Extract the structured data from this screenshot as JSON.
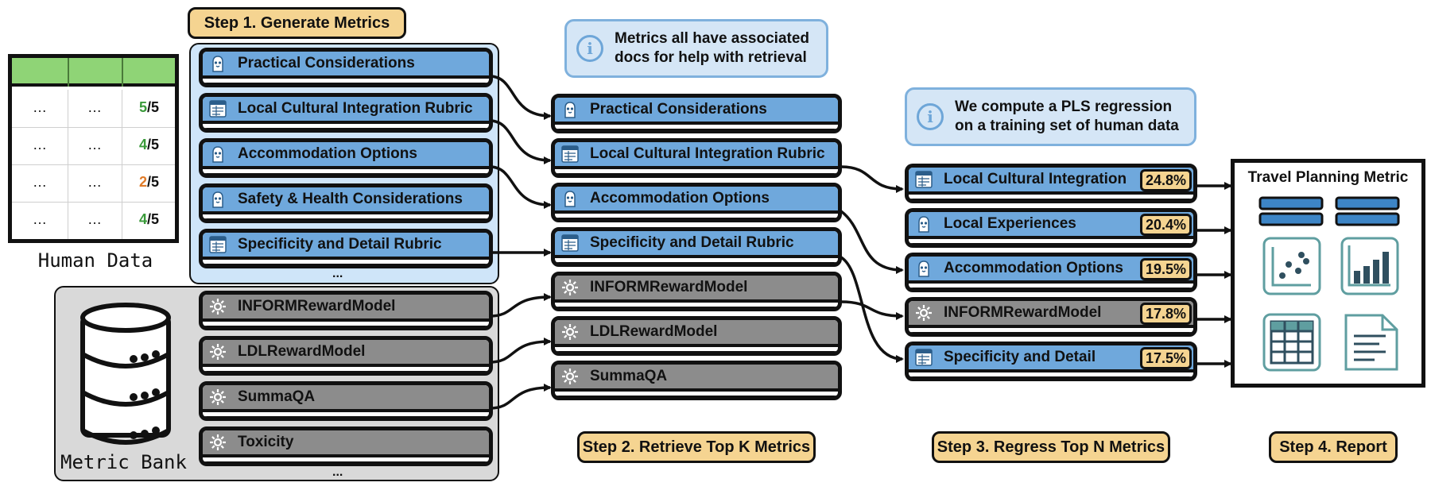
{
  "steps": {
    "step1": "Step 1. Generate Metrics",
    "step2": "Step 2. Retrieve Top K Metrics",
    "step3": "Step 3. Regress Top N Metrics",
    "step4": "Step 4. Report"
  },
  "notes": {
    "retrieval_note": "Metrics all have associated\ndocs for help with retrieval",
    "pls_note": "We compute a PLS regression\non a training set of human data",
    "info_glyph": "i"
  },
  "human_data": {
    "label": "Human Data",
    "rows": [
      {
        "c1": "…",
        "c2": "…",
        "score": "5",
        "denom": "/5",
        "color": "#3a9a3a"
      },
      {
        "c1": "…",
        "c2": "…",
        "score": "4",
        "denom": "/5",
        "color": "#3a9a3a"
      },
      {
        "c1": "…",
        "c2": "…",
        "score": "2",
        "denom": "/5",
        "color": "#e07b28"
      },
      {
        "c1": "…",
        "c2": "…",
        "score": "4",
        "denom": "/5",
        "color": "#3a9a3a"
      }
    ],
    "header_color": "#8fd476"
  },
  "generated_metrics": {
    "items": [
      {
        "label": "Practical Considerations",
        "icon": "llm-judge-icon"
      },
      {
        "label": "Local Cultural Integration Rubric",
        "icon": "rubric-icon"
      },
      {
        "label": "Accommodation Options",
        "icon": "llm-judge-icon"
      },
      {
        "label": "Safety & Health Considerations",
        "icon": "llm-judge-icon"
      },
      {
        "label": "Specificity and Detail Rubric",
        "icon": "rubric-icon"
      }
    ],
    "ellipsis": "..."
  },
  "metric_bank": {
    "label": "Metric Bank",
    "items": [
      {
        "label": "INFORMRewardModel",
        "icon": "gear-icon"
      },
      {
        "label": "LDLRewardModel",
        "icon": "gear-icon"
      },
      {
        "label": "SummaQA",
        "icon": "gear-icon"
      },
      {
        "label": "Toxicity",
        "icon": "gear-icon"
      }
    ],
    "ellipsis": "..."
  },
  "retrieved_metrics": {
    "items": [
      {
        "label": "Practical Considerations",
        "icon": "llm-judge-icon",
        "kind": "blue"
      },
      {
        "label": "Local Cultural Integration Rubric",
        "icon": "rubric-icon",
        "kind": "blue"
      },
      {
        "label": "Accommodation Options",
        "icon": "llm-judge-icon",
        "kind": "blue"
      },
      {
        "label": "Specificity and Detail Rubric",
        "icon": "rubric-icon",
        "kind": "blue"
      },
      {
        "label": "INFORMRewardModel",
        "icon": "gear-icon",
        "kind": "gray"
      },
      {
        "label": "LDLRewardModel",
        "icon": "gear-icon",
        "kind": "gray"
      },
      {
        "label": "SummaQA",
        "icon": "gear-icon",
        "kind": "gray"
      }
    ]
  },
  "regressed_metrics": {
    "items": [
      {
        "label": "Local Cultural Integration",
        "weight": "24.8%",
        "icon": "rubric-icon",
        "kind": "blue"
      },
      {
        "label": "Local Experiences",
        "weight": "20.4%",
        "icon": "llm-judge-icon",
        "kind": "blue"
      },
      {
        "label": "Accommodation Options",
        "weight": "19.5%",
        "icon": "llm-judge-icon",
        "kind": "blue"
      },
      {
        "label": "INFORMRewardModel",
        "weight": "17.8%",
        "icon": "gear-icon",
        "kind": "gray"
      },
      {
        "label": "Specificity and Detail",
        "weight": "17.5%",
        "icon": "rubric-icon",
        "kind": "blue"
      }
    ]
  },
  "report": {
    "title": "Travel Planning Metric",
    "icons": [
      "scatter-plot-icon",
      "bar-chart-icon",
      "table-icon",
      "document-icon"
    ]
  },
  "colors": {
    "blue_card": "#6fa8dc",
    "gray_card": "#8c8c8c",
    "step_label": "#f5d491",
    "note_fill": "#d5e6f6",
    "teal_icon": "#5f9ea0"
  }
}
